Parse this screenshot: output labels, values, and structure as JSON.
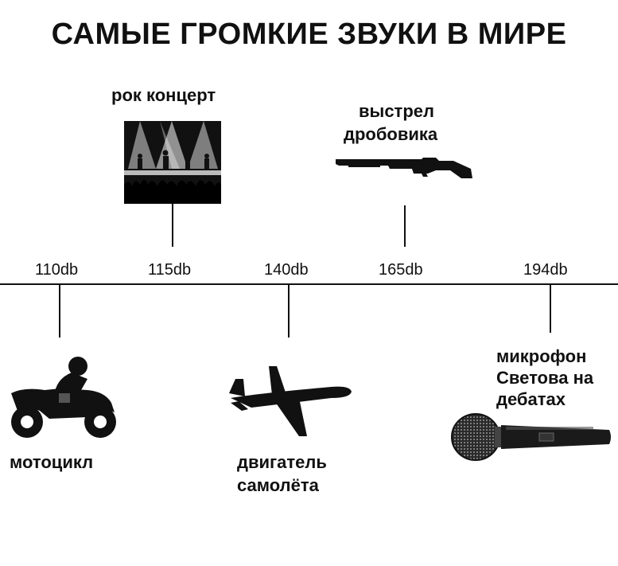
{
  "title": "САМЫЕ ГРОМКИЕ ЗВУКИ В МИРЕ",
  "scale": [
    "110db",
    "115db",
    "140db",
    "165db",
    "194db"
  ],
  "events": {
    "rock": {
      "label": "рок концерт",
      "icon": "concert-image"
    },
    "shotgun": {
      "label_line1": "выстрел",
      "label_line2": "дробовика",
      "icon": "shotgun-icon"
    },
    "moto": {
      "label": "мотоцикл",
      "icon": "motorcycle-icon"
    },
    "plane": {
      "label_line1": "двигатель",
      "label_line2": "самолёта",
      "icon": "airplane-icon"
    },
    "mic": {
      "label_line1": "микрофон",
      "label_line2": "Светова на",
      "label_line3": "дебатах",
      "icon": "microphone-icon"
    }
  }
}
